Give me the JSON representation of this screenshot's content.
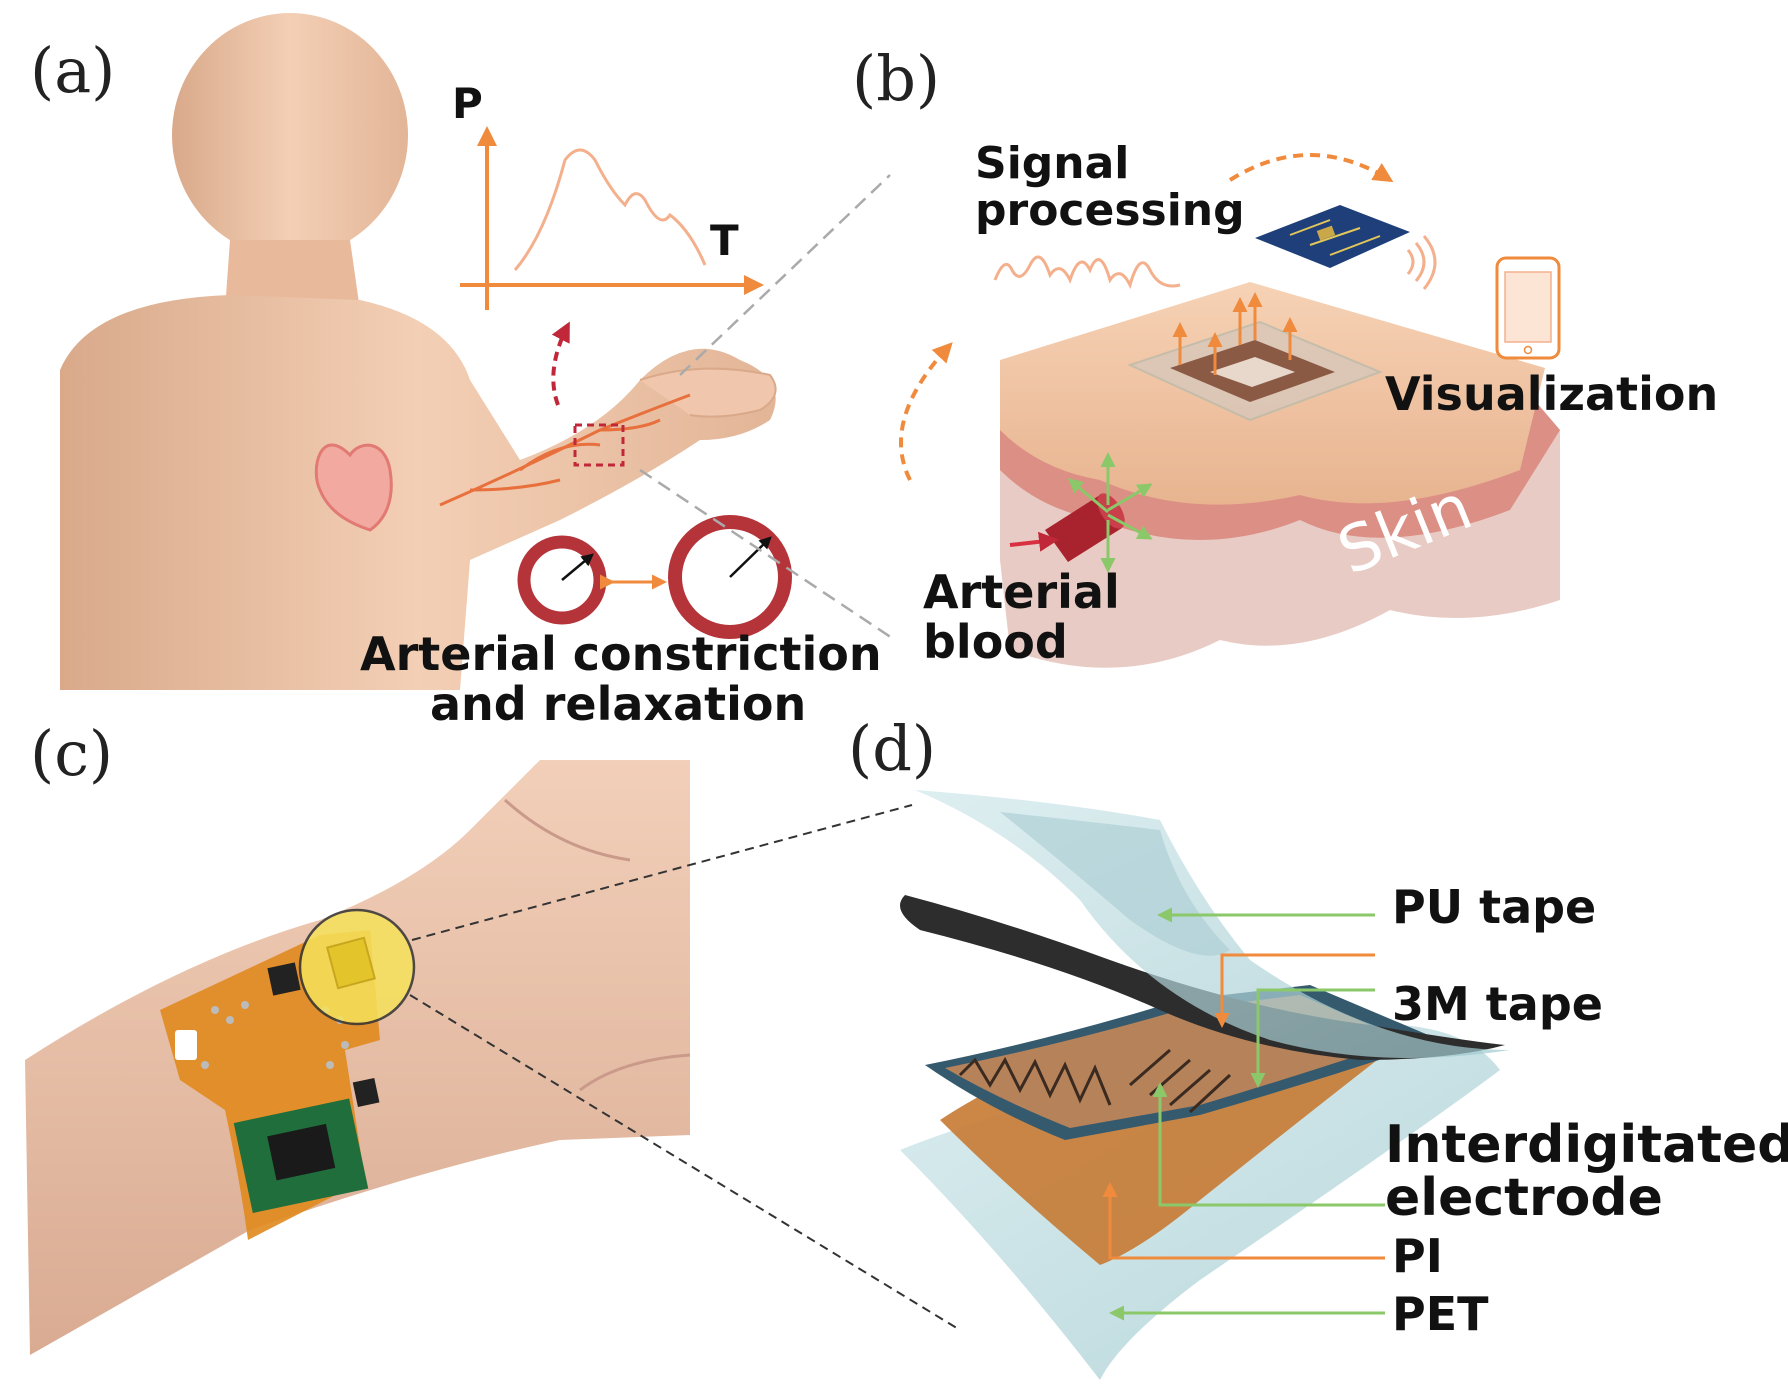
{
  "panels": {
    "a": {
      "letter": "(a)",
      "y_axis": "P",
      "x_axis": "T",
      "caption_line1": "Arterial constriction",
      "caption_line2": "and relaxation"
    },
    "b": {
      "letter": "(b)",
      "signal_line1": "Signal",
      "signal_line2": "processing",
      "visualization": "Visualization",
      "skin": "Skin",
      "blood_line1": "Arterial",
      "blood_line2": "blood"
    },
    "c": {
      "letter": "(c)"
    },
    "d": {
      "letter": "(d)",
      "layers": {
        "pu": "PU tape",
        "tape3m": "3M tape",
        "electrode_line1": "Interdigitated",
        "electrode_line2": "electrode",
        "pi": "PI",
        "pet": "PET"
      }
    }
  },
  "colors": {
    "orange": "#f08a3c",
    "artery": "#b5343a",
    "skin": "#f1c7a6",
    "green": "#8bc86a",
    "board": "#e08a1e",
    "film": "#bcdde0"
  },
  "icons": [
    "heart-icon",
    "smartphone-icon",
    "wireless-icon",
    "circuit-board-icon"
  ]
}
